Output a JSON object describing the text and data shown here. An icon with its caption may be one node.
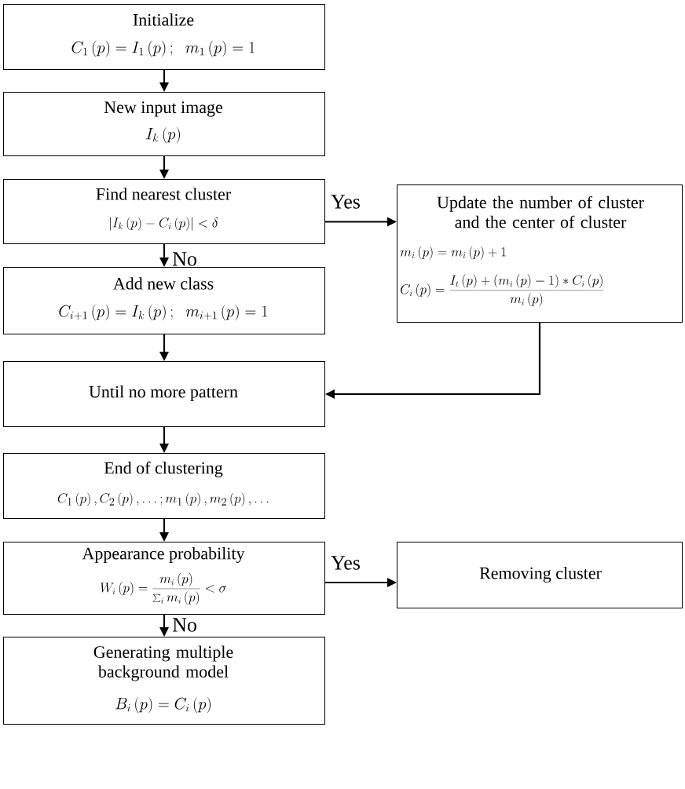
{
  "diagram": {
    "nodes": [
      {
        "text": [
          "Initialize",
          "C_1\\left(p\\right)=I_1\\left(p\\right);\\;\\; m_1\\left(p\\right)=1"
        ]
      },
      {
        "text": [
          "New input image",
          "I_k\\left(p\\right)"
        ]
      },
      {
        "text": [
          "Find nearest cluster",
          "\\left|I_k\\left(p\\right)-C_i\\left(p\\right)\\right|<\\delta"
        ]
      },
      {
        "text": [
          "Update the number of cluster and the center of cluster",
          "m_i\\left(p\\right)=m_i\\left(p\\right)+1",
          "C_i\\left(p\\right)=\\frac{I_t\\left(p\\right)+\\left(m_i\\left(p\\right)-1\\right)*C_i\\left(p\\right)}{m_i\\left(p\\right)}"
        ]
      },
      {
        "text": [
          "Add new class",
          "C_{i+1}\\left(p\\right)=I_k\\left(p\\right);\\;\\; m_{i+1}\\left(p\\right)=1"
        ]
      },
      {
        "text": [
          "Until no more pattern"
        ]
      },
      {
        "text": [
          "End of clustering",
          "C_1\\left(p\\right),C_2\\left(p\\right),\\ldots;m_1\\left(p\\right),m_2\\left(p\\right),\\ldots"
        ]
      },
      {
        "text": [
          "Appearance probability",
          "W_i\\left(p\\right)=\\frac{m_i\\left(p\\right)}{\\sum_i m_i\\left(p\\right)}<\\sigma"
        ]
      },
      {
        "text": [
          "Removing cluster"
        ]
      },
      {
        "text": [
          "Generating multiple background model",
          "B_i\\left(p\\right)=C_i\\left(p\\right)"
        ]
      }
    ],
    "edges": [
      {
        "from": 0,
        "to": 1,
        "arrow": "to"
      },
      {
        "from": 1,
        "to": 2,
        "arrow": "to"
      },
      {
        "from": 2,
        "to": 3,
        "arrow": "to",
        "label": "Yes"
      },
      {
        "from": 2,
        "to": 4,
        "arrow": "to",
        "label": "No"
      },
      {
        "from": 4,
        "to": 5,
        "arrow": "to"
      },
      {
        "from": 3,
        "to": 5,
        "arrow": "to"
      },
      {
        "from": 5,
        "to": 6,
        "arrow": "to"
      },
      {
        "from": 6,
        "to": 7,
        "arrow": "to"
      },
      {
        "from": 7,
        "to": 8,
        "arrow": "to",
        "label": "Yes"
      },
      {
        "from": 7,
        "to": 9,
        "arrow": "to",
        "label": "No"
      }
    ]
  }
}
